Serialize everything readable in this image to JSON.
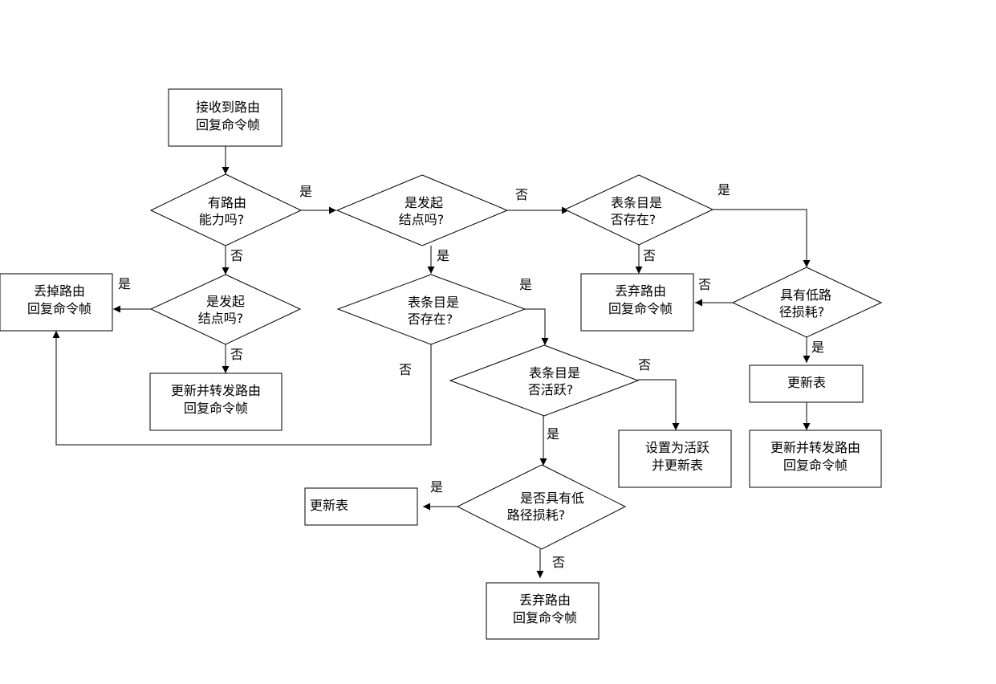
{
  "nodes": {
    "start": [
      "接收到路由",
      "回复命令帧"
    ],
    "d_route": [
      "有路由",
      "能力吗?"
    ],
    "d_origin_top": [
      "是发起",
      "结点吗?"
    ],
    "d_entry_exists_top": [
      "表条目是",
      "否存在?"
    ],
    "drop_left": [
      "丢掉路由",
      "回复命令帧"
    ],
    "d_origin_left": [
      "是发起",
      "结点吗?"
    ],
    "update_forward_left": [
      "更新并转发路由",
      "回复命令帧"
    ],
    "d_entry_exists_mid": [
      "表条目是",
      "否存在?"
    ],
    "d_active": [
      "表条目是",
      "否活跃?"
    ],
    "set_active": [
      "设置为活跃",
      "并更新表"
    ],
    "d_low_cost_bottom": [
      "是否具有低",
      "路径损耗?"
    ],
    "update_table_bottom": [
      "更新表"
    ],
    "discard_bottom": [
      "丢弃路由",
      "回复命令帧"
    ],
    "discard_right": [
      "丢弃路由",
      "回复命令帧"
    ],
    "d_low_cost_right": [
      "具有低路",
      "径损耗?"
    ],
    "update_table_right": [
      "更新表"
    ],
    "update_forward_right": [
      "更新并转发路由",
      "回复命令帧"
    ]
  },
  "labels": {
    "yes": "是",
    "no": "否"
  }
}
